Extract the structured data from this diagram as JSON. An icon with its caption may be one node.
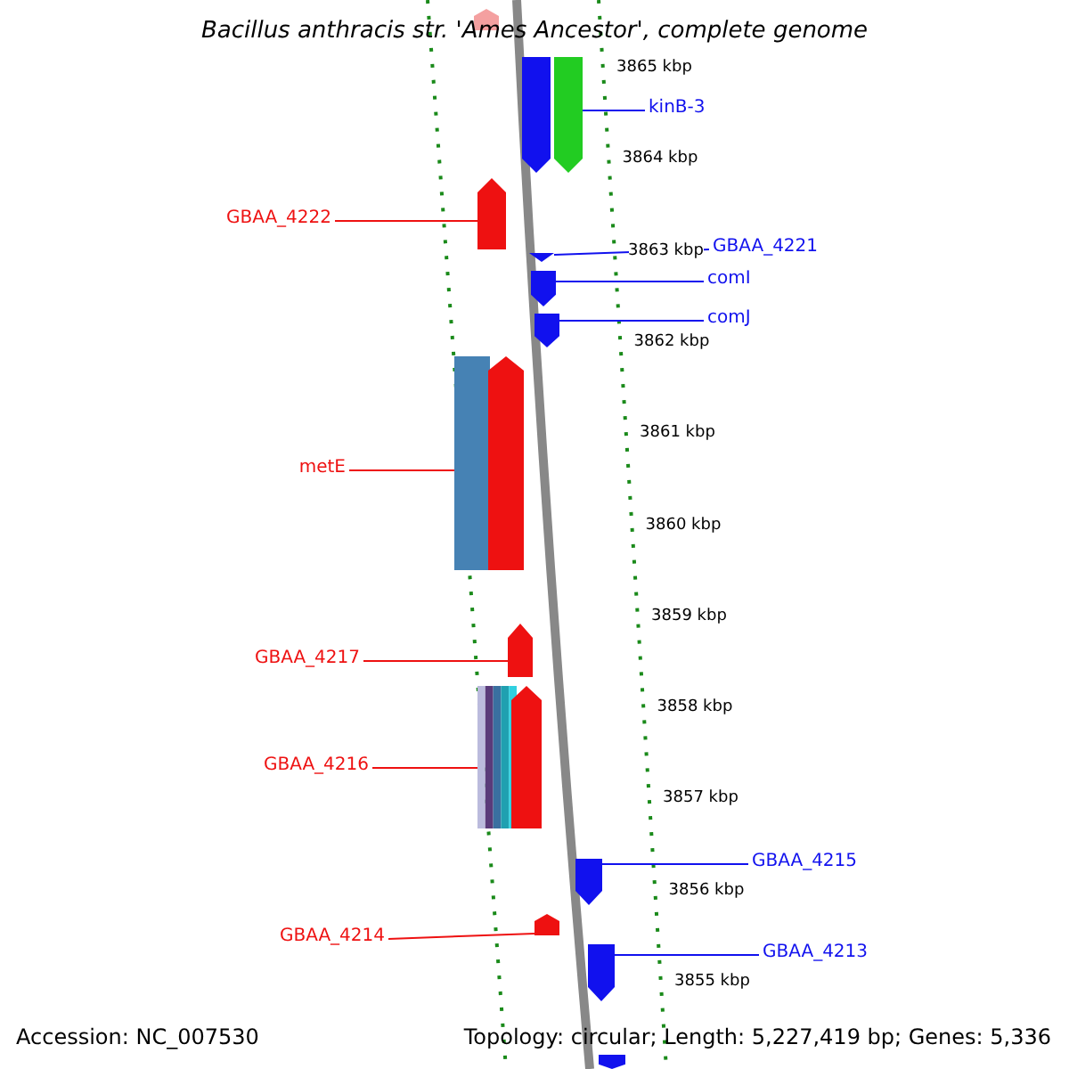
{
  "diagram": {
    "title": "Bacillus anthracis str. 'Ames Ancestor', complete genome",
    "nodes": [
      {
        "text": [
          "kinB-3"
        ]
      },
      {
        "text": [],
        "shape": "bar"
      },
      {
        "text": [
          "GBAA_4222"
        ]
      },
      {
        "text": [],
        "shape": "bar"
      },
      {
        "text": [
          "GBAA_4221"
        ]
      },
      {
        "text": [],
        "shape": "bar"
      },
      {
        "text": [
          "comI"
        ]
      },
      {
        "text": [],
        "shape": "bar"
      },
      {
        "text": [
          "comJ"
        ]
      },
      {
        "text": [],
        "shape": "bar"
      },
      {
        "text": [
          "metE"
        ]
      },
      {
        "text": [],
        "shape": "bar"
      },
      {
        "text": [
          "GBAA_4217"
        ]
      },
      {
        "text": [],
        "shape": "bar"
      },
      {
        "text": [
          "GBAA_4216"
        ]
      },
      {
        "text": [],
        "shape": "bar"
      },
      {
        "text": [
          "GBAA_4215"
        ]
      },
      {
        "text": [],
        "shape": "bar"
      },
      {
        "text": [
          "GBAA_4214"
        ]
      },
      {
        "text": [],
        "shape": "bar"
      },
      {
        "text": [
          "GBAA_4213"
        ]
      },
      {
        "text": [],
        "shape": "bar"
      },
      {
        "text": [],
        "shape": "bar"
      },
      {
        "text": [],
        "shape": "bar"
      },
      {
        "text": [],
        "shape": "bar"
      },
      {
        "text": [],
        "shape": "bar"
      },
      {
        "text": [],
        "shape": "bar"
      }
    ],
    "edges": [
      {
        "from": 0,
        "to": 1,
        "arrow": "none"
      },
      {
        "from": 2,
        "to": 3,
        "arrow": "none",
        "color": "#ee1111"
      },
      {
        "from": 4,
        "to": 5,
        "arrow": "none"
      },
      {
        "from": 6,
        "to": 7,
        "arrow": "none"
      },
      {
        "from": 8,
        "to": 9,
        "arrow": "none"
      },
      {
        "from": 10,
        "to": 11,
        "arrow": "none",
        "color": "#ee1111"
      },
      {
        "from": 12,
        "to": 13,
        "arrow": "none",
        "color": "#ee1111"
      },
      {
        "from": 14,
        "to": 15,
        "arrow": "none",
        "color": "#ee1111"
      },
      {
        "from": 16,
        "to": 17,
        "arrow": "none"
      },
      {
        "from": 18,
        "to": 19,
        "arrow": "none",
        "color": "#ee1111"
      },
      {
        "from": 20,
        "to": 21,
        "arrow": "none"
      }
    ],
    "labels": [
      "3865 kbp",
      "3864 kbp",
      "3863 kbp",
      "3862 kbp",
      "3861 kbp",
      "3860 kbp",
      "3859 kbp",
      "3858 kbp",
      "3857 kbp",
      "3856 kbp",
      "3855 kbp",
      "Accession: NC_007530",
      "Topology: circular; Length: 5,227,419 bp; Genes: 5,336"
    ]
  }
}
